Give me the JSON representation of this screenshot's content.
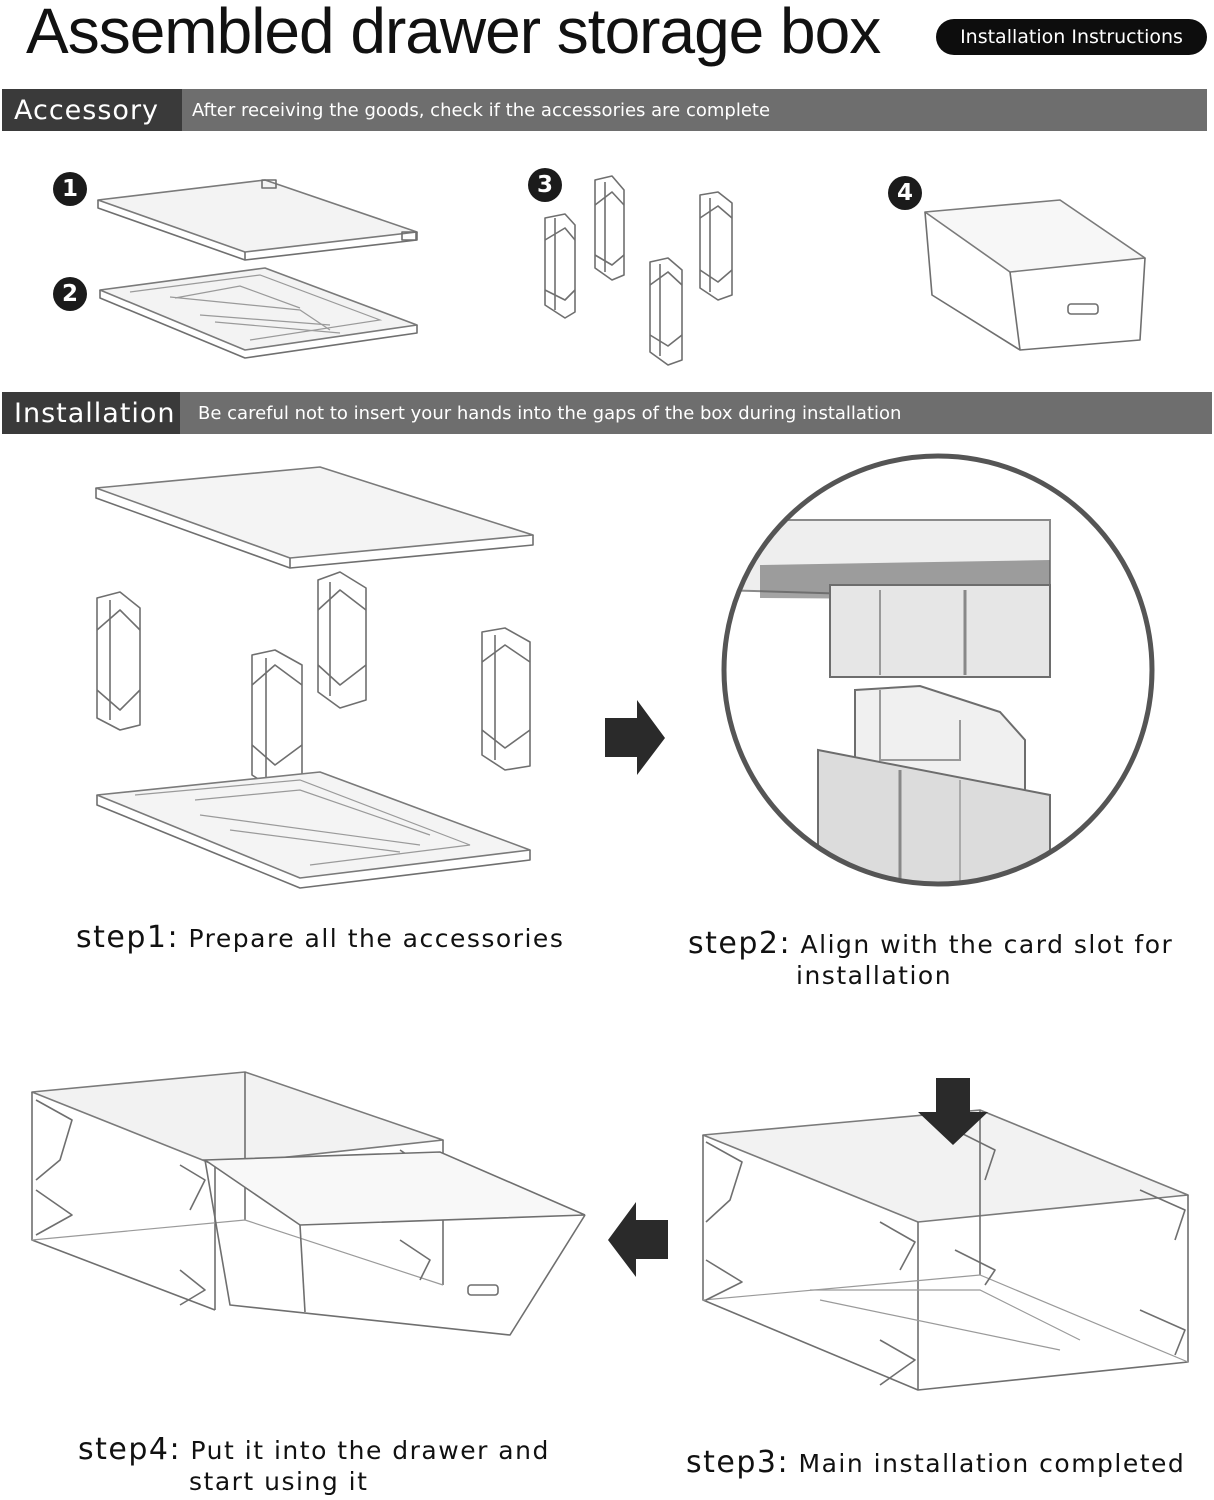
{
  "header": {
    "title": "Assembled drawer storage box",
    "badge": "Installation Instructions"
  },
  "accessory_bar": {
    "label": "Accessory",
    "text": "After receiving the goods, check if the accessories are complete"
  },
  "accessories": [
    {
      "number": "1",
      "icon": "top-panel-icon"
    },
    {
      "number": "2",
      "icon": "bottom-panel-icon"
    },
    {
      "number": "3",
      "icon": "side-pillars-icon"
    },
    {
      "number": "4",
      "icon": "drawer-icon"
    }
  ],
  "installation_bar": {
    "label": "Installation",
    "text": "Be careful not to insert your hands into the gaps of the box during installation"
  },
  "steps": [
    {
      "label": "step1:",
      "text_lines": [
        "Prepare all the accessories"
      ]
    },
    {
      "label": "step2:",
      "text_lines": [
        "Align with the card slot for",
        "installation"
      ]
    },
    {
      "label": "step3:",
      "text_lines": [
        "Main installation completed"
      ]
    },
    {
      "label": "step4:",
      "text_lines": [
        "Put it into the drawer and",
        "start using it"
      ]
    }
  ],
  "colors": {
    "bar_dark": "#3a3a3a",
    "bar_light": "#6e6e6e",
    "badge_bg": "#0d0d0d",
    "arrow": "#2a2a2a"
  }
}
